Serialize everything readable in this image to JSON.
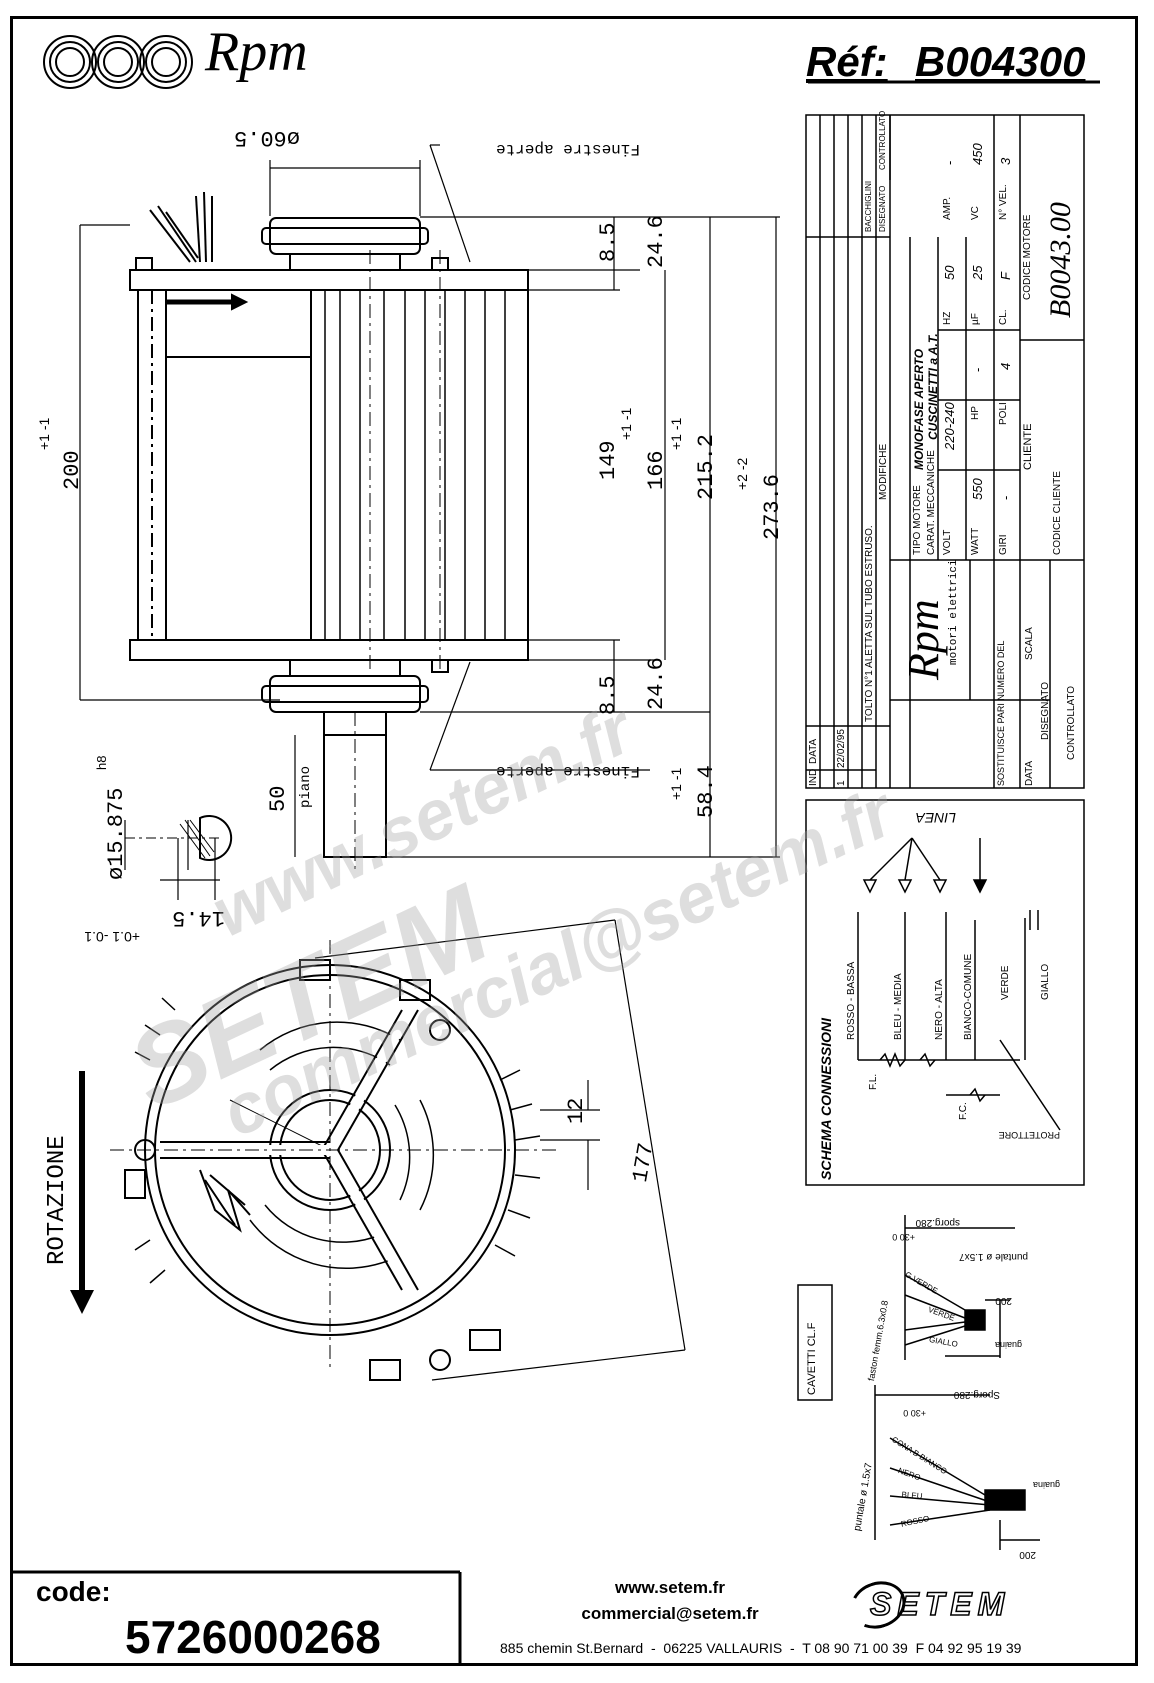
{
  "header": {
    "brand": "Rpm",
    "ref_label": "Réf:",
    "ref_value": "B004300"
  },
  "drawing": {
    "dims": {
      "d60": "ø60.5",
      "d85a": "8.5",
      "d85b": "8.5",
      "d246a": "24.6",
      "d246b": "24.6",
      "d149": "149",
      "d166": "166",
      "d166tol": "+1 -1",
      "d2152": "215.2",
      "d2152tol": "+1 -1",
      "d2736": "273.6",
      "d2736tol": "+2 -2",
      "d200": "200",
      "d200tol": "+1 -1",
      "d584": "58.4",
      "d584tol": "+1 -1",
      "d50": "50",
      "piano": "piano",
      "d15875": "ø15.875",
      "h8": "h8",
      "d145": "14.5",
      "d145tol": "+0.1 -0.1",
      "d177": "177",
      "d12": "12",
      "finestre_top": "Finestre aperte",
      "finestre_bottom": "Finestre aperte",
      "rotazione": "ROTAZIONE"
    },
    "schema": {
      "title": "SCHEMA CONNESSIONI",
      "linea": "LINEA",
      "wires": [
        "ROSSO - BASSA",
        "BLEU - MEDIA",
        "NERO - ALTA",
        "BIANCO-COMUNE",
        "VERDE",
        "GIALLO"
      ],
      "fl": "F.L.",
      "fc": "F.C.",
      "protettore": "PROTETTORE"
    },
    "cavetti": {
      "label": "CAVETTI CL.F",
      "sporg_top": "sporg.280",
      "sporg_top_tol": "+30 0",
      "puntale_top": "puntale ø 1.5x7",
      "faston": "faston femm.6.3x0.8",
      "wires_top": [
        "G.VERDE",
        "VERDE",
        "GIALLO"
      ],
      "guaina": "guaina",
      "len_top": "200",
      "sporg_bottom": "Sporg.280",
      "sporg_bottom_tol": "+30 0",
      "puntale_bottom": "puntale ø 1.5x7",
      "wires_bottom": [
        "CONA B BIANCO",
        "NERO",
        "BLEU",
        "ROSSO"
      ],
      "len_bottom": "200"
    },
    "title_block": {
      "rev_ind": "IND",
      "rev_data": "DATA",
      "rev1_ind": "1",
      "rev1_data": "22/02/95",
      "rev1_mod": "TOLTO N°1 ALETTA SUL TUBO ESTRUSO.",
      "modifiche": "MODIFICHE",
      "bacchiglini": "BACCHIGLINI",
      "disegnato_h": "DISEGNATO",
      "controllato_h": "CONTROLLATO",
      "company": "Rpm",
      "company_sub": "motori elettrici",
      "tipo_motore_label": "TIPO MOTORE",
      "tipo_motore": "MONOFASE APERTO",
      "carat_label": "CARAT. MECCANICHE",
      "carat": "CUSCINETTI a A.T.",
      "volt_label": "VOLT",
      "volt": "220-240",
      "hz_label": "HZ",
      "hz": "50",
      "amp_label": "AMP.",
      "amp": "-",
      "watt_label": "WATT",
      "watt": "550",
      "hp_label": "HP",
      "hp": "-",
      "uf_label": "µF",
      "uf": "25",
      "vc_label": "VC",
      "vc": "450",
      "giri_label": "GIRI",
      "giri": "-",
      "poli_label": "POLI",
      "poli": "4",
      "cl_label": "CL.",
      "cl": "F",
      "nvel_label": "N° VEL.",
      "nvel": "3",
      "cliente_label": "CLIENTE",
      "codice_motore_label": "CODICE MOTORE",
      "codice_motore": "B0043.00",
      "codice_cliente_label": "CODICE CLIENTE",
      "sostituisce": "SOSTITUISCE PARI NUMERO DEL",
      "scala": "SCALA",
      "data": "DATA",
      "disegnato": "DISEGNATO",
      "controllato": "CONTROLLATO"
    }
  },
  "watermark": {
    "site": "www.setem.fr",
    "brand": "SETEM",
    "email": "commercial@setem.fr"
  },
  "footer": {
    "code_label": "code:",
    "code_value": "5726000268",
    "website": "www.setem.fr",
    "email": "commercial@setem.fr",
    "address": "885 chemin St.Bernard  -  06225 VALLAURIS  -  T 08 90 71 00 39  F 04 92 95 19 39",
    "brand_logo": "SETEM"
  }
}
